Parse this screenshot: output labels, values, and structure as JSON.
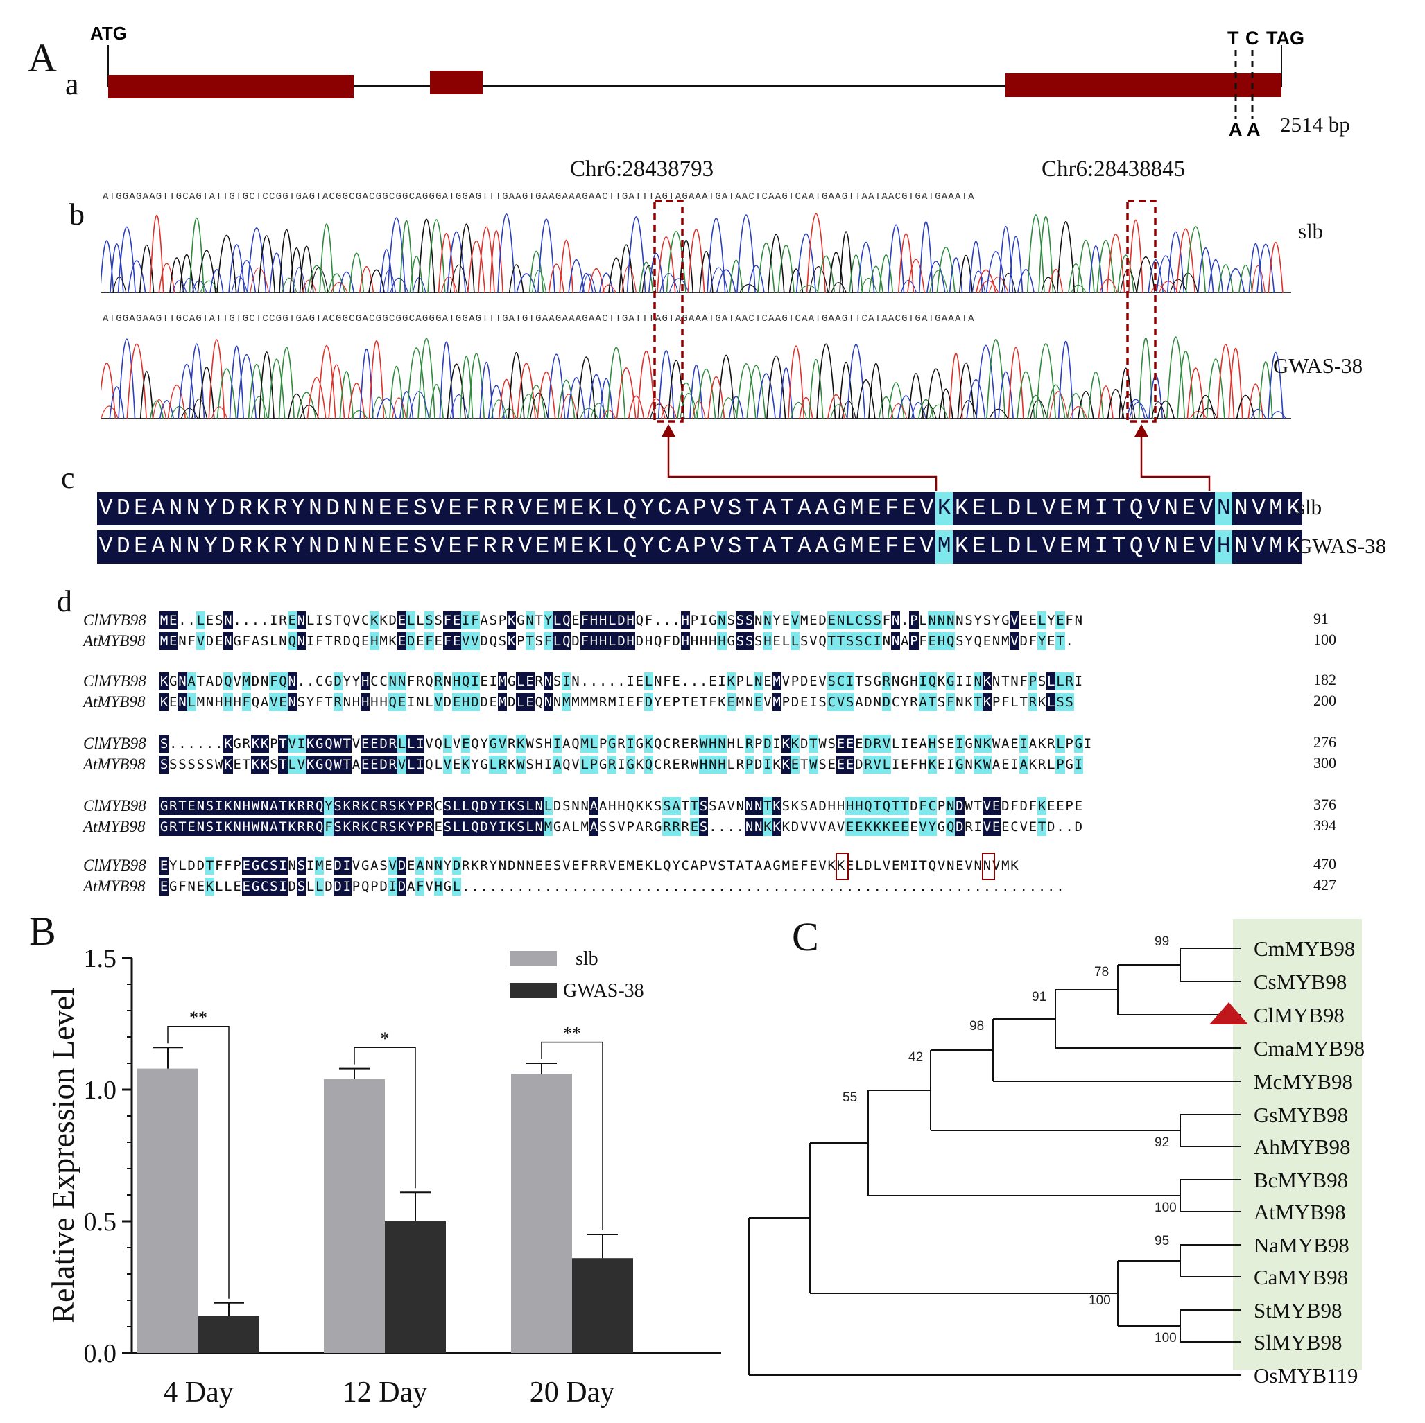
{
  "panels": {
    "A": "A",
    "B": "B",
    "C": "C"
  },
  "subpanels": {
    "a": "a",
    "b": "b",
    "c": "c",
    "d": "d"
  },
  "gene": {
    "start": "ATG",
    "stop": "TAG",
    "snp_top": [
      "T",
      "C"
    ],
    "snp_bottom": [
      "A",
      "A"
    ],
    "length": "2514 bp"
  },
  "chromatogram": {
    "pos1": "Chr6:28438793",
    "pos2": "Chr6:28438845",
    "seq_slb": "ATGGAGAAGTTGCAGTATTGTGCTCCGGTGAGTACGGCGACGGCGGCAGGGATGGAGTTTGAAGTGAAGAAAGAACTTGATTTAGTAGAAATGATAACTCAAGTCAATGAAGTTAATAACGTGATGAAATA",
    "seq_gwas": "ATGGAGAAGTTGCAGTATTGTGCTCCGGTGAGTACGGCGACGGCGGCAGGGATGGAGTTTGATGTGAAGAAAGAACTTGATTTAGTAGAAATGATAACTCAAGTCAATGAAGTTCATAACGTGATGAAATA",
    "sample1": "slb",
    "sample2": "GWAS-38"
  },
  "protein": {
    "row1": "VDEANNYDRKRYNDNNEESVEFRRVEMEKLQYCAPVSTATAAGMEFEVKKELDLVEMITQVNEVNNVMK",
    "row2": "VDEANNYDRKRYNDNNEESVEFRRVEMEKLQYCAPVSTATAAGMEFEVMKELDLVEMITQVNEVHNVMK",
    "label1": "slb",
    "label2": "GWAS-38"
  },
  "alignment": {
    "name1": "ClMYB98",
    "name2": "AtMYB98",
    "blocks": [
      {
        "s1": "ME..LESN....IRENLISTQVCKKDELLSSFEIFASPKGNTYLQEFHHLDHQF...HPIGNSSSNNYEVMEDENLCSSFN.PLNNNNSYSYGVEELYEFN",
        "n1": "91",
        "s2": "MENFVDENGFASLNQNIFTRDQEHMKEDEFEFEVVDQSKPTSFLQDFHHLDHDHQFDHHHHHGSSSHELLSVQTTSSCINNAPFEHQSYQENMVDFYET.",
        "n2": "100"
      },
      {
        "s1": "KGNATADQVMDNFQN..CGDYYHCCNNFRQRNHQIEIMGLERNSIN.....IELNFE...EIKPLNEMVPDEVSCITSGRNGHIQKGIINKNTNFPSLLRI",
        "n1": "182",
        "s2": "KENLMNHHHFQAVENSYFTRNHHHHQEINLVDEHDDEMDLEQNNMMMMRMIEFDYEPTETFKEMNEVMPDEISCVSADNDCYRATSFNKTKPFLTRKLSS",
        "n2": "200"
      },
      {
        "s1": "S......KGRKKPTVIKGQWTVEEDRLLIVQLVEQYGVRKWSHIAQMLPGRIGKQCRERWHNHLRPDIKKDTWSEEEDRVLIEAHSEIGNKWAEIAKRLPGI",
        "n1": "276",
        "s2": "SSSSSSWKETKKSTLVKGQWTAEEDRVLIQLVEKYGLRKWSHIAQVLPGRIGKQCRERWHNHLRPDIKKETWSEEEDRVLIEFHKEIGNKWAEIAKRLPGI",
        "n2": "300"
      },
      {
        "s1": "GRTENSIKNHWNATKRRQYSKRKCRSKYPRCSLLQDYIKSLNLDSNNAAHHQKKSSATTSSAVNNNTKSKSADHHHHQTQTTDFCPNDWTVEDFDFKEEPE",
        "n1": "376",
        "s2": "GRTENSIKNHWNATKRRQFSKRKCRSKYPRESLLQDYIKSLNMGALMASSVPARGRRRES....NNKKKDVVVAVEEKKKEEEVYGQDRIVEECVETD..D",
        "n2": "394"
      },
      {
        "s1": "EYLDDTFFPEGCSINSIMEDIVGASVDEANNYDRKRYNDNNEESVEFRRVEMEKLQYCAPVSTATAAGMEFEVKKELDLVEMITQVNEVNNVMK",
        "n1": "470",
        "s2": "EGFNEKLLEEGCSIDSLLDDIPQPDIDAFVHGL..................................................................",
        "n2": "427"
      }
    ]
  },
  "chart_data": {
    "type": "bar",
    "categories": [
      "4 Day",
      "12 Day",
      "20 Day"
    ],
    "series": [
      {
        "name": "slb",
        "values": [
          1.08,
          1.04,
          1.06
        ],
        "errors": [
          0.08,
          0.04,
          0.04
        ],
        "color": "#a7a6ab"
      },
      {
        "name": "GWAS-38",
        "values": [
          0.14,
          0.5,
          0.36
        ],
        "errors": [
          0.05,
          0.11,
          0.09
        ],
        "color": "#2f2f2f"
      }
    ],
    "significance": [
      "**",
      "*",
      "**"
    ],
    "ylabel": "Relative Expression Level",
    "ylim": [
      0,
      1.5
    ],
    "yticks": [
      "0.0",
      "0.5",
      "1.0",
      "1.5"
    ],
    "legend_position": "top-right"
  },
  "tree": {
    "taxa": [
      "CmMYB98",
      "CsMYB98",
      "ClMYB98",
      "CmaMYB98",
      "McMYB98",
      "GsMYB98",
      "AhMYB98",
      "BcMYB98",
      "AtMYB98",
      "NaMYB98",
      "CaMYB98",
      "StMYB98",
      "SlMYB98",
      "OsMYB119"
    ],
    "bootstrap": [
      "99",
      "78",
      "91",
      "98",
      "42",
      "92",
      "55",
      "100",
      "95",
      "100",
      "100"
    ],
    "highlight_taxon": "ClMYB98"
  },
  "colors": {
    "exon": "#8b0000",
    "identical": "#0d1140",
    "similar": "#7fe8ec",
    "arrow": "#8b0000",
    "taxa_bg": "#e3efd9",
    "triangle": "#c0171c"
  }
}
